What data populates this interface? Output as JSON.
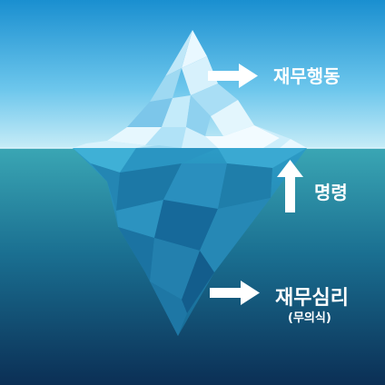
{
  "labels": {
    "above_water": "재무행동",
    "waterline": "명령",
    "below_water": "재무심리",
    "below_water_sub": "(무의식)"
  },
  "colors": {
    "sky_top": "#1a8fd0",
    "sky_bottom": "#bfe9f5",
    "sea_top": "#3aa6b4",
    "sea_bottom": "#0b2f55",
    "ice_light": "#e9f8ff",
    "ice_mid": "#9ed9f2",
    "ice_shadow": "#5fb3dc",
    "underwater_ice": "#1f7fa8",
    "arrow": "#ffffff"
  },
  "icons": [
    "arrow-right-icon",
    "arrow-up-icon",
    "arrow-right-icon"
  ]
}
